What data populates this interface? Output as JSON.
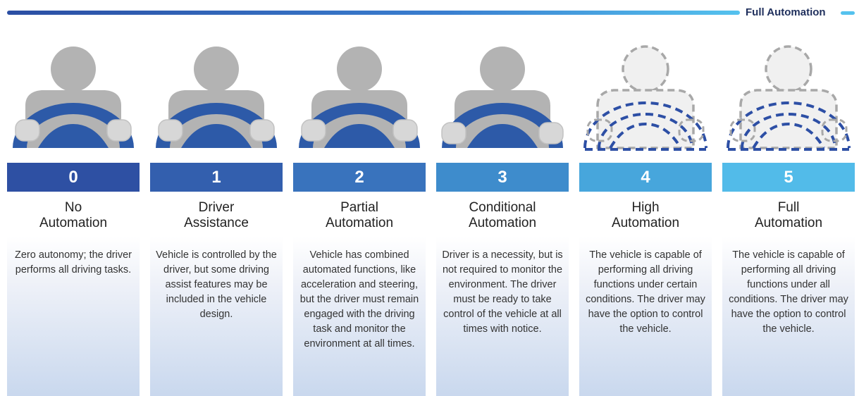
{
  "header": {
    "label": "Full Automation"
  },
  "colors": {
    "head": "#b3b3b3",
    "hands": "#d7d7d7",
    "dashed_head_fill": "#f0f0f0",
    "dashed_gray": "#a8a8a8",
    "wheel": "#2d5aa8",
    "wheel_dashed": "#2d4fa5"
  },
  "levels": [
    {
      "number": "0",
      "title_line1": "No",
      "title_line2": "Automation",
      "description": "Zero autonomy; the driver performs all driving tasks.",
      "color": "#2e50a3",
      "icon": "driver-solid-icon"
    },
    {
      "number": "1",
      "title_line1": "Driver",
      "title_line2": "Assistance",
      "description": "Vehicle is controlled by the driver, but some driving assist features may be included in the vehicle design.",
      "color": "#335fae",
      "icon": "driver-solid-icon"
    },
    {
      "number": "2",
      "title_line1": "Partial",
      "title_line2": "Automation",
      "description": "Vehicle has combined automated functions, like acceleration and steering, but the driver must remain engaged with the driving task and monitor the environment at all times.",
      "color": "#3973bd",
      "icon": "driver-solid-icon"
    },
    {
      "number": "3",
      "title_line1": "Conditional",
      "title_line2": "Automation",
      "description": "Driver is a necessity, but is not required to monitor the environment. The driver must be ready to take control of the vehicle at all times with notice.",
      "color": "#3e8ccc",
      "icon": "driver-hands-off-icon"
    },
    {
      "number": "4",
      "title_line1": "High",
      "title_line2": "Automation",
      "description": "The vehicle is capable of performing all driving functions under certain conditions. The driver may have the option to control the vehicle.",
      "color": "#47a6dc",
      "icon": "driver-dashed-icon"
    },
    {
      "number": "5",
      "title_line1": "Full",
      "title_line2": "Automation",
      "description": "The vehicle is capable of performing all driving functions under all conditions. The driver may have the option to control the vehicle.",
      "color": "#52bbe9",
      "icon": "driver-dashed-icon"
    }
  ]
}
